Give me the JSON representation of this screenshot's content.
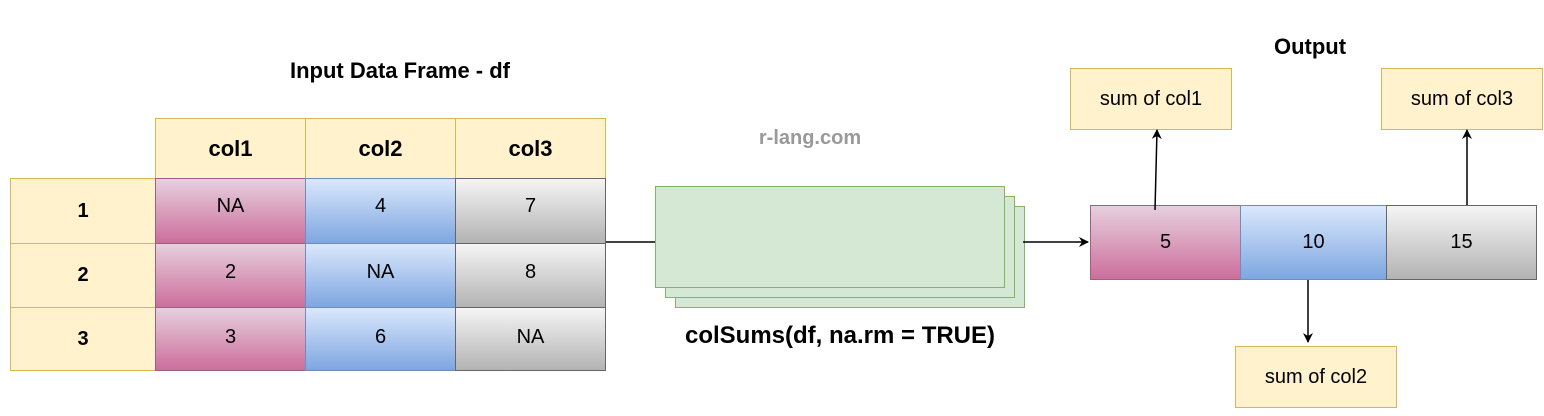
{
  "watermark": "r-lang.com",
  "input": {
    "title": "Input Data Frame - df",
    "columns": [
      "col1",
      "col2",
      "col3"
    ],
    "rows": [
      {
        "label": "1",
        "values": [
          "NA",
          "4",
          "7"
        ]
      },
      {
        "label": "2",
        "values": [
          "2",
          "NA",
          "8"
        ]
      },
      {
        "label": "3",
        "values": [
          "3",
          "6",
          "NA"
        ]
      }
    ]
  },
  "function_label": "colSums(df, na.rm = TRUE)",
  "output": {
    "title": "Output",
    "values": [
      "5",
      "10",
      "15"
    ],
    "notes": [
      "sum of col1",
      "sum of col2",
      "sum of col3"
    ]
  },
  "colors": {
    "header_fill": "#fff2cc",
    "header_stroke": "#d6b656",
    "col1": "#cd6e9c",
    "col2": "#7ea6e0",
    "col3": "#b3b3b3",
    "process_fill": "#d5e8d4",
    "process_stroke": "#82b366",
    "watermark": "#999999"
  }
}
